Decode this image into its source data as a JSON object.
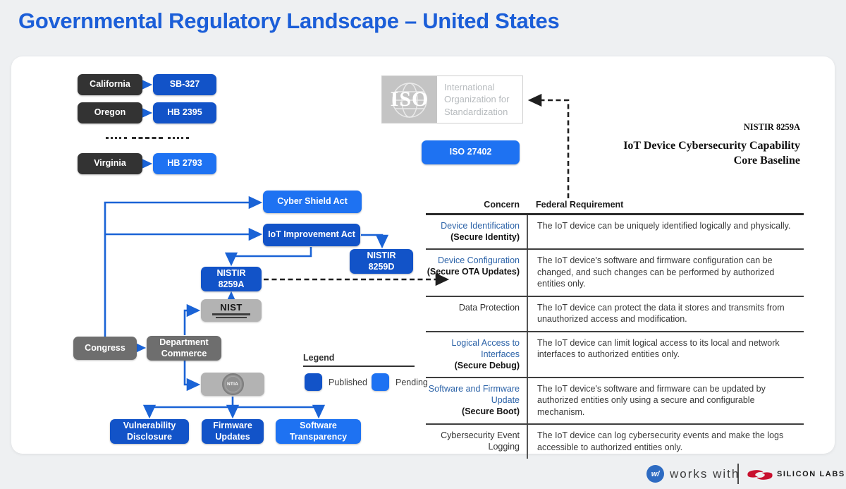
{
  "title": "Governmental Regulatory Landscape – United States",
  "colors": {
    "published": "#1253c8",
    "pending": "#1e72f2",
    "title_accent": "#1b5ed8",
    "state_box": "#333333",
    "agency_gray": "#6e6e6e",
    "logo_gray": "#b3b3b3",
    "silicon_red": "#c8102e"
  },
  "states": {
    "rows": [
      {
        "state": "California",
        "bill": "SB-327"
      },
      {
        "state": "Oregon",
        "bill": "HB 2395"
      },
      {
        "state": "Virginia",
        "bill": "HB 2793"
      }
    ]
  },
  "iso": {
    "logo": "ISO",
    "org": "International Organization for Standardization",
    "standard": "ISO 27402"
  },
  "doc": {
    "id": "NISTIR 8259A",
    "title1": "IoT Device Cybersecurity Capability",
    "title2": "Core Baseline"
  },
  "flow": {
    "cyber_shield": "Cyber Shield Act",
    "iot_act": "IoT Improvement Act",
    "nistir_d1": "NISTIR",
    "nistir_d2": "8259D",
    "nistir_a1": "NISTIR",
    "nistir_a2": "8259A",
    "nist": "NIST",
    "congress": "Congress",
    "dept1": "Department",
    "dept2": "Commerce",
    "ntia": "NTIA",
    "vuln1": "Vulnerability",
    "vuln2": "Disclosure",
    "fw1": "Firmware",
    "fw2": "Updates",
    "sw1": "Software",
    "sw2": "Transparency"
  },
  "legend": {
    "heading": "Legend",
    "published": "Published",
    "pending": "Pending"
  },
  "table": {
    "concern_header": "Concern",
    "requirement_header": "Federal Requirement",
    "rows": [
      {
        "concern_main": "Device Identification",
        "concern_sub": "(Secure Identity)",
        "requirement": "The IoT device can be uniquely identified logically and physically."
      },
      {
        "concern_main": "Device Configuration",
        "concern_sub": "(Secure OTA Updates)",
        "requirement": "The IoT device's software and firmware configuration can be changed, and such changes can be performed by authorized entities only."
      },
      {
        "concern_main": "Data Protection",
        "concern_sub": "",
        "requirement": "The IoT device can protect the data it stores and transmits from unauthorized access and modification."
      },
      {
        "concern_main": "Logical Access to Interfaces",
        "concern_sub": "(Secure Debug)",
        "requirement": "The IoT device can limit logical access to its local and network interfaces to authorized entities only."
      },
      {
        "concern_main": "Software and Firmware Update",
        "concern_sub": "(Secure Boot)",
        "requirement": "The IoT device's software and firmware can be updated by authorized entities only using a secure and configurable mechanism."
      },
      {
        "concern_main": "Cybersecurity Event Logging",
        "concern_sub": "",
        "requirement": "The IoT device can log cybersecurity events and make the logs accessible to authorized entities only."
      }
    ]
  },
  "footer": {
    "badge": "w/",
    "works_with": "works with",
    "brand": "SILICON LABS"
  }
}
